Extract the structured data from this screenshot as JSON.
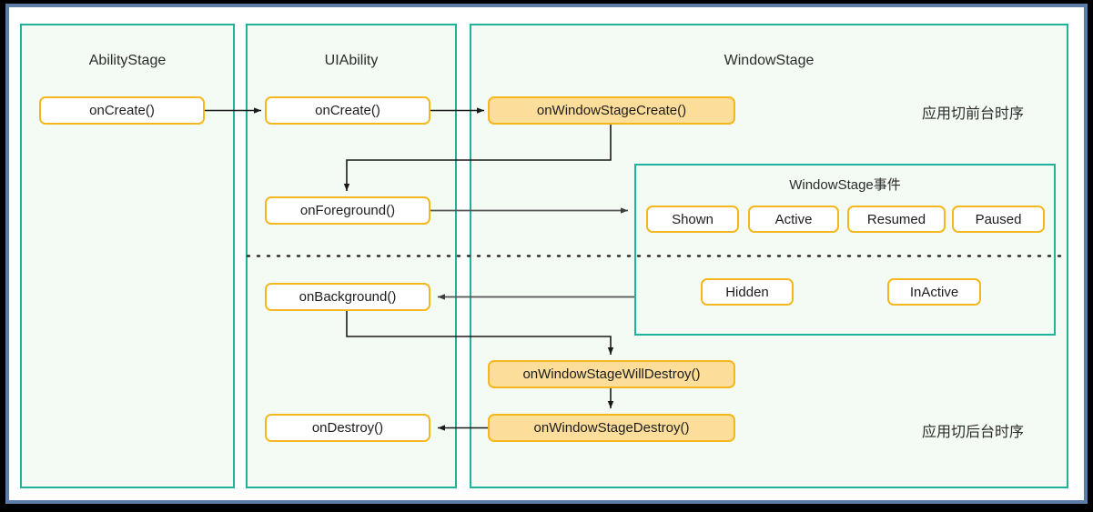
{
  "diagram": {
    "title_hidden": "",
    "lanes": [
      {
        "id": "ability-stage",
        "label": "AbilityStage"
      },
      {
        "id": "ui-ability",
        "label": "UIAbility"
      },
      {
        "id": "window-stage",
        "label": "WindowStage"
      }
    ],
    "event_group": {
      "label": "WindowStage事件",
      "events_top": [
        "Shown",
        "Active",
        "Resumed",
        "Paused"
      ],
      "events_bottom": [
        "Hidden",
        "InActive"
      ]
    },
    "nodes": {
      "abilitystage_oncreate": "onCreate()",
      "uiability_oncreate": "onCreate()",
      "onwindowstagecreate": "onWindowStageCreate()",
      "onforeground": "onForeground()",
      "onbackground": "onBackground()",
      "onwindowstagewilldestroy": "onWindowStageWillDestroy()",
      "ondestroy": "onDestroy()",
      "onwindowstagedestroy": "onWindowStageDestroy()"
    },
    "annotations": {
      "foreground_sequence": "应用切前台时序",
      "background_sequence": "应用切后台时序"
    },
    "colors": {
      "lane_border": "#1fb39a",
      "lane_fill": "#f4faf4",
      "node_border": "#f5b71e",
      "node_fill_plain": "#ffffff",
      "node_fill_highlight": "#fcdd9a",
      "frame_border": "#5b7da8",
      "backdrop": "#000000",
      "connector": "#1a1a1a"
    }
  }
}
